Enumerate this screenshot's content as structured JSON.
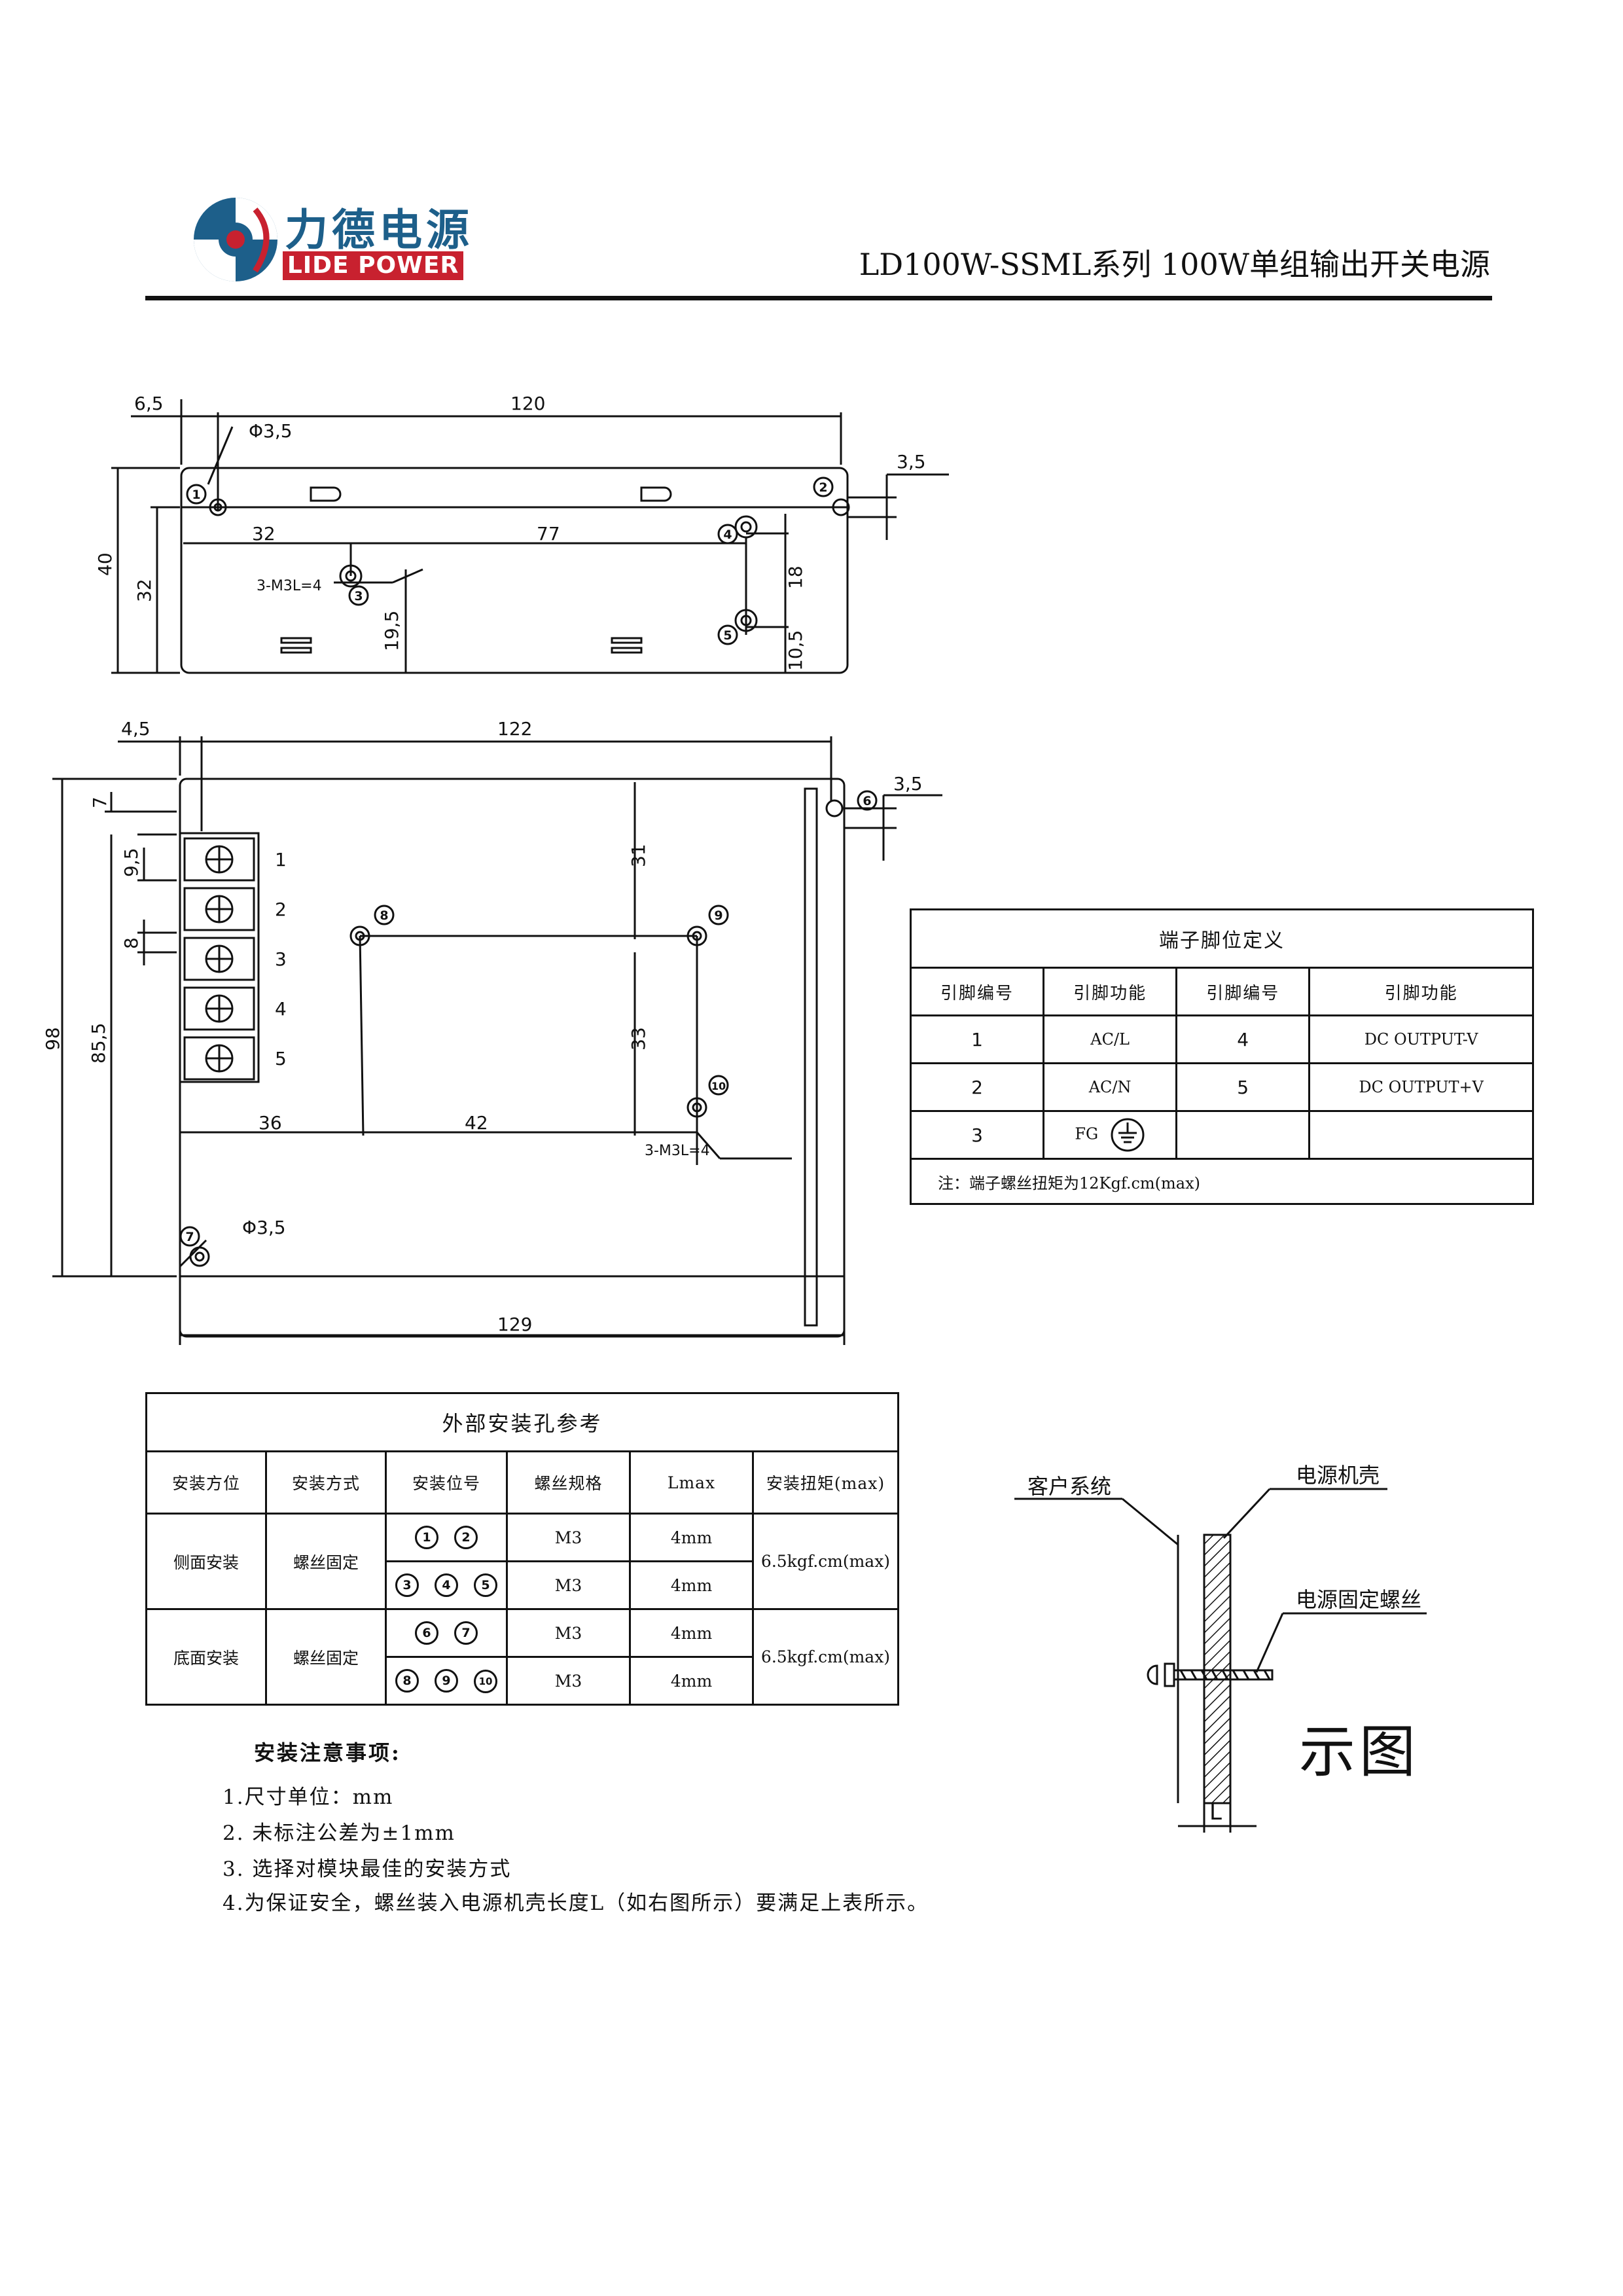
{
  "header": {
    "logo_cn": "力德电源",
    "logo_en": "LIDE POWER",
    "title": "LD100W-SSML系列 100W单组输出开关电源"
  },
  "drawing_side": {
    "dims": [
      "6,5",
      "120",
      "Φ3,5",
      "3,5",
      "40",
      "32",
      "32",
      "77",
      "18",
      "19,5",
      "10,5",
      "3-M3L=4"
    ],
    "hole_ids": [
      "1",
      "2",
      "3",
      "4",
      "5"
    ]
  },
  "drawing_bottom": {
    "dims": [
      "4,5",
      "122",
      "3,5",
      "7",
      "9,5",
      "8",
      "98",
      "85,5",
      "31",
      "33",
      "36",
      "42",
      "3-M3L=4",
      "Φ3,5",
      "129"
    ],
    "terminal_ids": [
      "1",
      "2",
      "3",
      "4",
      "5"
    ],
    "hole_ids": [
      "6",
      "7",
      "8",
      "9",
      "10"
    ]
  },
  "pin_table": {
    "caption": "端子脚位定义",
    "headers": [
      "引脚编号",
      "引脚功能",
      "引脚编号",
      "引脚功能"
    ],
    "rows": [
      [
        "1",
        "AC/L",
        "4",
        "DC OUTPUT-V"
      ],
      [
        "2",
        "AC/N",
        "5",
        "DC OUTPUT+V"
      ],
      [
        "3",
        "FG",
        "",
        ""
      ]
    ],
    "note": "注：端子螺丝扭矩为12Kgf.cm(max)"
  },
  "mount_table": {
    "caption": "外部安装孔参考",
    "headers": [
      "安装方位",
      "安装方式",
      "安装位号",
      "螺丝规格",
      "Lmax",
      "安装扭矩(max)"
    ],
    "groups": [
      {
        "position": "侧面安装",
        "method": "螺丝固定",
        "torque": "6.5kgf.cm(max)",
        "rows": [
          {
            "ids": [
              "1",
              "2"
            ],
            "screw": "M3",
            "lmax": "4mm"
          },
          {
            "ids": [
              "3",
              "4",
              "5"
            ],
            "screw": "M3",
            "lmax": "4mm"
          }
        ]
      },
      {
        "position": "底面安装",
        "method": "螺丝固定",
        "torque": "6.5kgf.cm(max)",
        "rows": [
          {
            "ids": [
              "6",
              "7"
            ],
            "screw": "M3",
            "lmax": "4mm"
          },
          {
            "ids": [
              "8",
              "9",
              "10"
            ],
            "screw": "M3",
            "lmax": "4mm"
          }
        ]
      }
    ]
  },
  "notes": {
    "title": "安装注意事项:",
    "items": [
      "1.尺寸单位：mm",
      "2. 未标注公差为±1mm",
      "3. 选择对模块最佳的安装方式",
      "4.为保证安全，螺丝装入电源机壳长度L（如右图所示）要满足上表所示。"
    ]
  },
  "diagram": {
    "customer": "客户系统",
    "housing": "电源机壳",
    "screw": "电源固定螺丝",
    "title": "示图",
    "dim_l": "L"
  }
}
